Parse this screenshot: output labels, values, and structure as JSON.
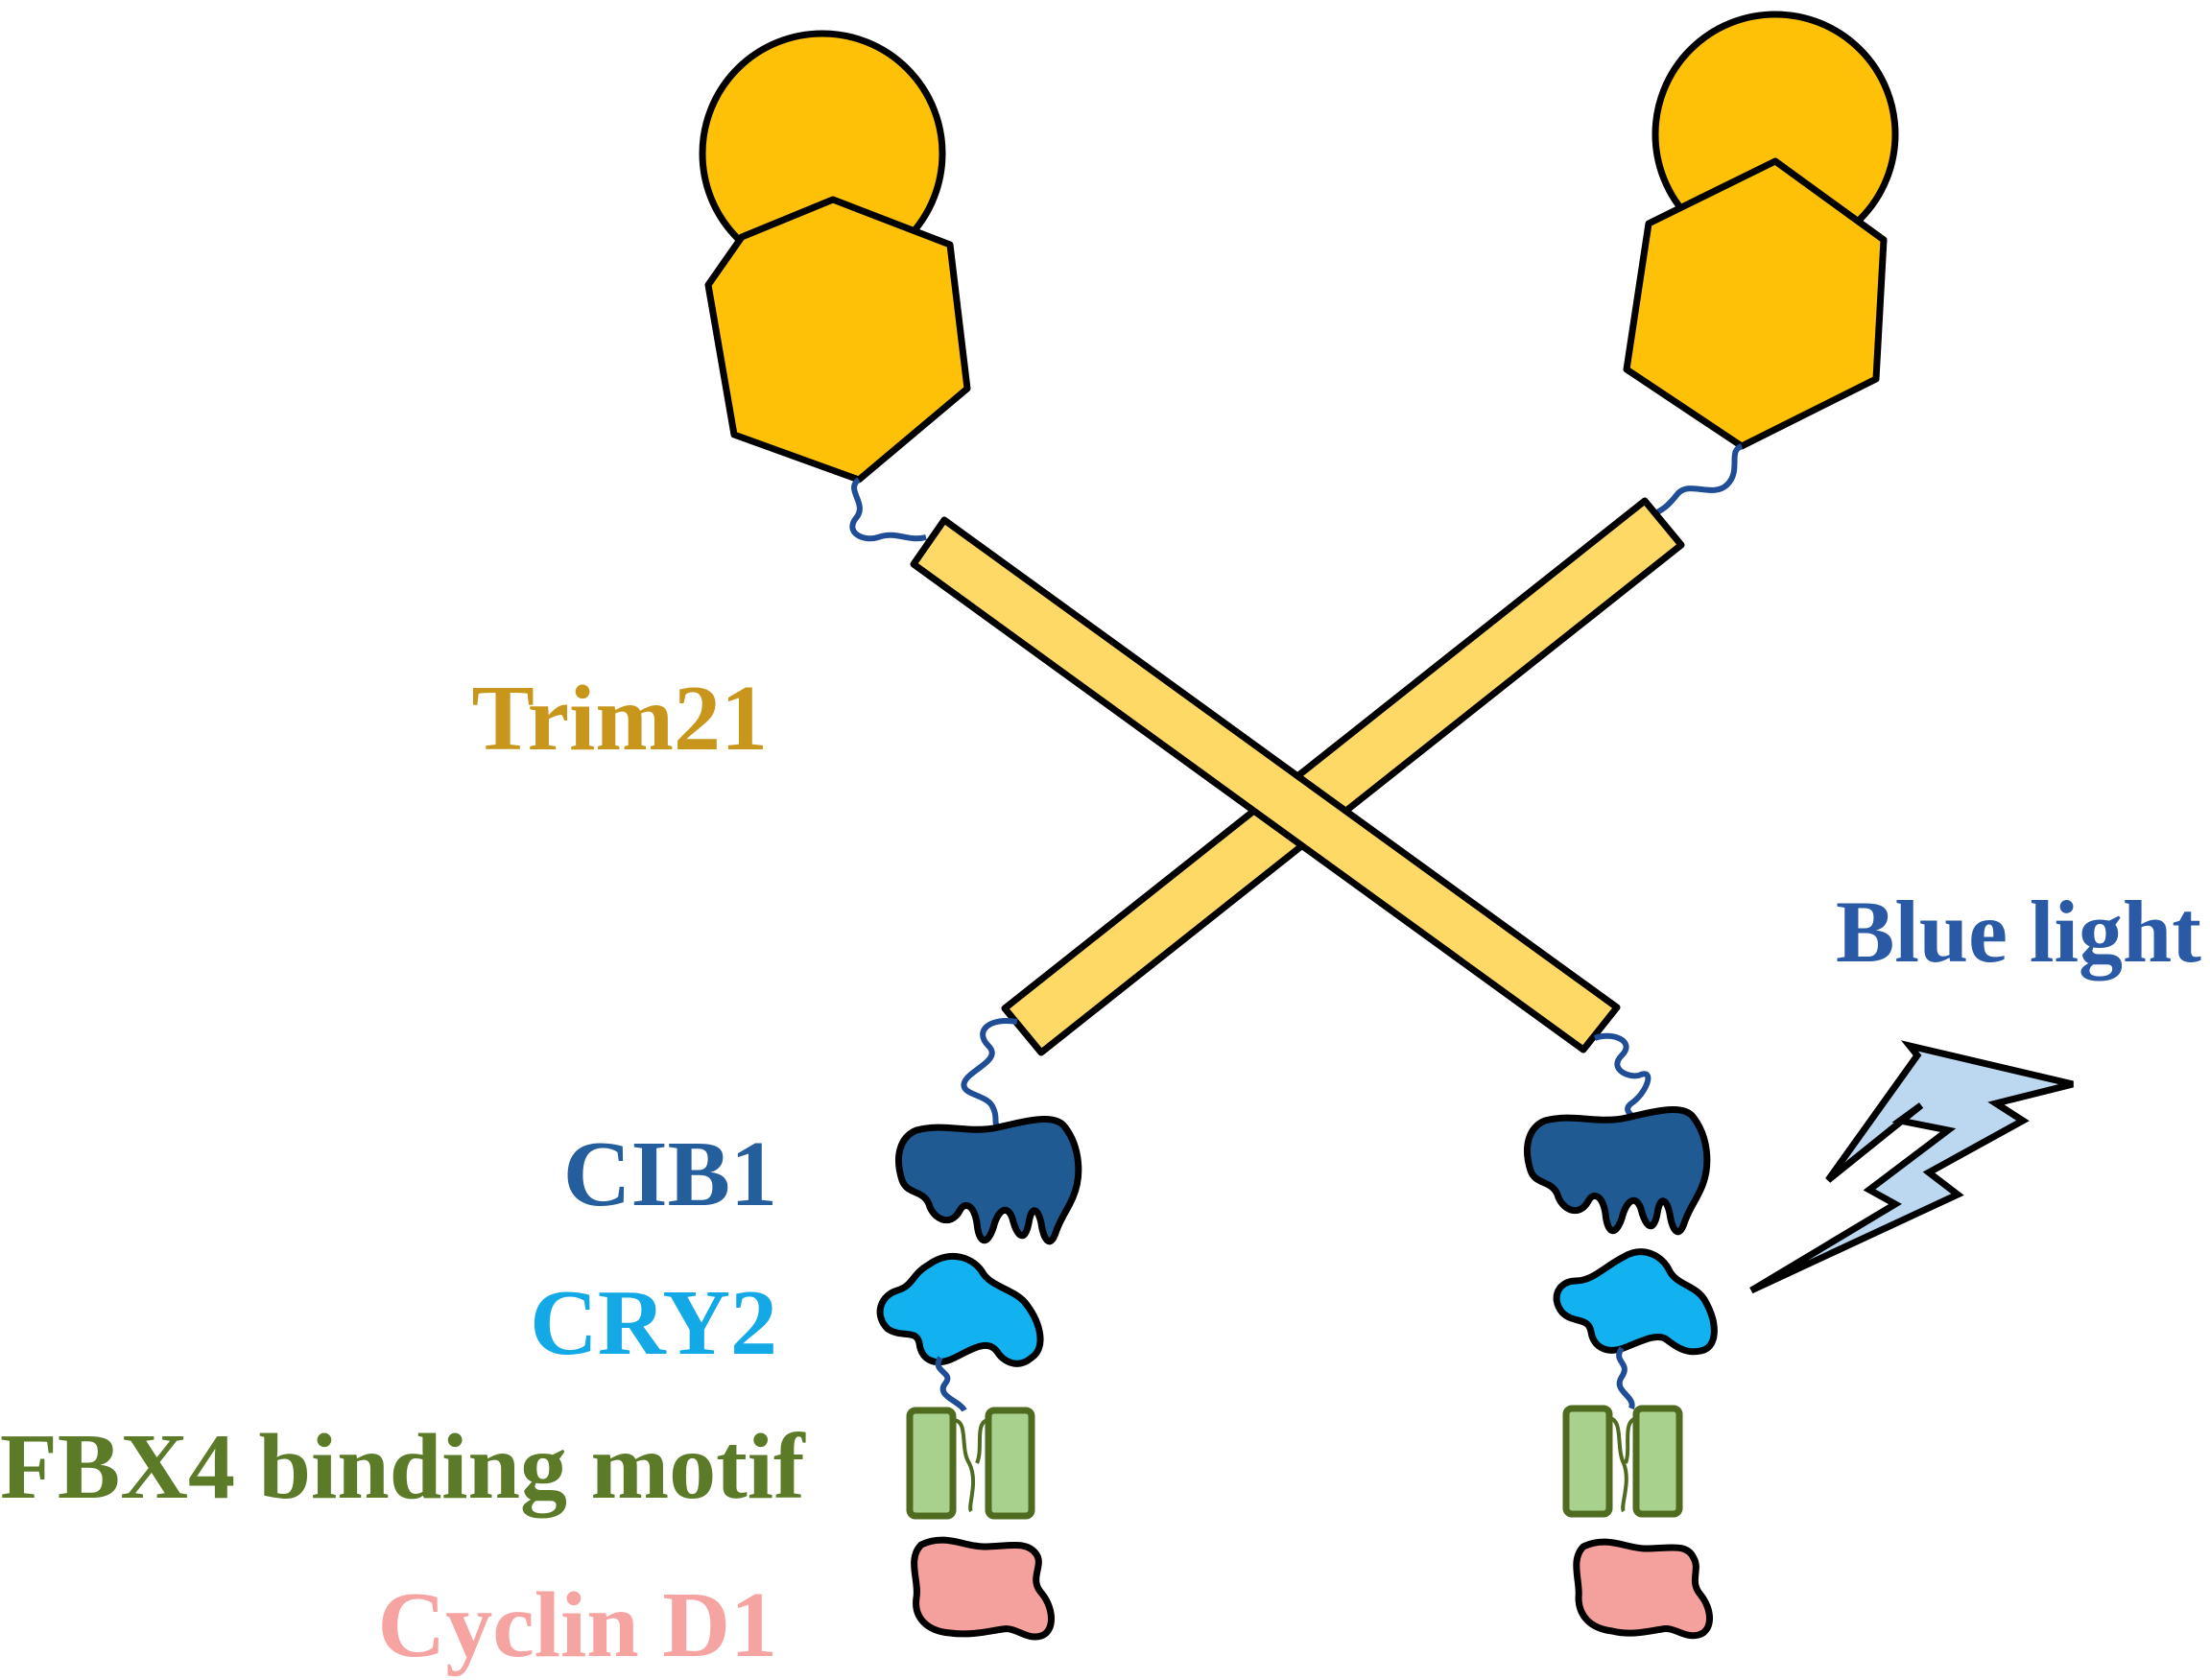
{
  "labels": {
    "trim21": "Trim21",
    "cib1": "CIB1",
    "cry2": "CRY2",
    "fbx4": "FBX4 binding motif",
    "cyclin_d1": "Cyclin D1",
    "blue_light": "Blue light"
  },
  "colors": {
    "trim21_head": "#ffc107",
    "trim21_rod": "#ffd966",
    "linker": "#1f4e96",
    "cib1": "#1f5a93",
    "cry2": "#12b1ef",
    "fbx4": "#a9d18e",
    "fbx4_stroke": "#4e6b1f",
    "cyclin_d1": "#f4a09c",
    "lightning": "#bcd7f0",
    "trim21_text": "#c8961b",
    "cib1_text": "#255e9c",
    "cry2_text": "#12a9e6",
    "fbx4_text": "#5b7b29",
    "cyclin_text": "#f5a4a2",
    "blue_light_text": "#2a5aa6"
  },
  "icons": [
    "lightning-bolt-icon"
  ]
}
